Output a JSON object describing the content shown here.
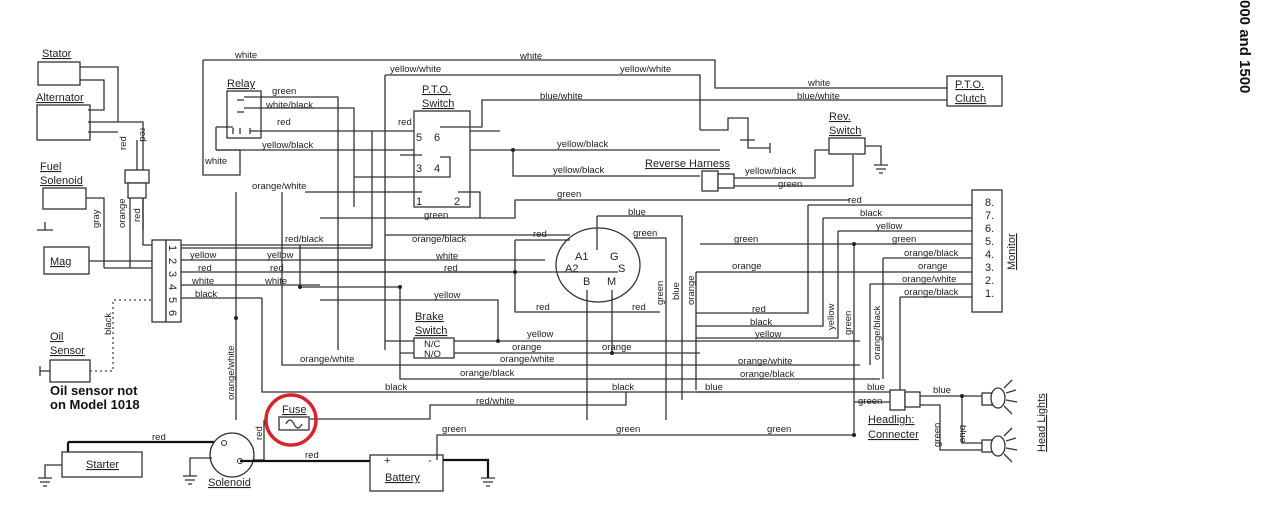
{
  "side_title": "000 and 1500",
  "note": [
    "Oil sensor not",
    "on Model 1018"
  ],
  "highlight_color": "#d8232a",
  "components": {
    "stator": "Stator",
    "alternator": "Alternator",
    "fuel_solenoid": [
      "Fuel",
      "Solenoid"
    ],
    "mag": "Mag",
    "oil_sensor": [
      "Oil",
      "Sensor"
    ],
    "relay": "Relay",
    "pto_switch": [
      "P.T.O.",
      "Switch"
    ],
    "pto_clutch": [
      "P.T.O.",
      "Clutch"
    ],
    "rev_switch": [
      "Rev.",
      "Switch"
    ],
    "reverse_harness": "Reverse Harness",
    "brake_switch": [
      "Brake",
      "Switch"
    ],
    "brake_contacts": [
      "N/C",
      "N/O"
    ],
    "ignition_pins": [
      "A1",
      "G",
      "A2",
      "S",
      "B",
      "M"
    ],
    "monitor": "Monitor",
    "monitor_pins": [
      "8.",
      "7.",
      "6.",
      "5.",
      "4.",
      "3.",
      "2.",
      "1."
    ],
    "connector_pins": [
      "1",
      "2",
      "3",
      "4",
      "5",
      "6"
    ],
    "pto_pins": [
      "5",
      "6",
      "3",
      "4",
      "1",
      "2"
    ],
    "fuse": "Fuse",
    "starter": "Starter",
    "solenoid": "Solenoid",
    "battery": "Battery",
    "battery_terms": [
      "+",
      "-"
    ],
    "headlight_connector": [
      "Headligh:",
      "Connecter"
    ],
    "head_lights": "Head Lights"
  },
  "wires": {
    "top_white": "white",
    "top_white2": "white",
    "yellow_white_a": "yellow/white",
    "yellow_white_b": "yellow/white",
    "relay_green": "green",
    "relay_white_black": "white/black",
    "relay_red": "red",
    "relay_yellow_black": "yellow/black",
    "relay_white": "white",
    "orange_white_top": "orange/white",
    "blue_white": "blue/white",
    "pto_red": "red",
    "pto_green": "green",
    "clutch_white": "white",
    "clutch_blue_white": "blue/white",
    "yb_mid": "yellow/black",
    "yb_low": "yellow/black",
    "yb_rev": "yellow/black",
    "rev_green": "green",
    "green_ign": "green",
    "blue_ign": "blue",
    "green_g": "green",
    "red_a1": "red",
    "red_black": "red/black",
    "orange_black_top": "orange/black",
    "c_yellow": "yellow",
    "c_yellow2": "yellow",
    "c_red": "red",
    "c_red2": "red",
    "c_white": "white",
    "c_white2": "white",
    "c_black": "black",
    "white_mid": "white",
    "red_mid": "red",
    "yellow_mid": "yellow",
    "red_low": "red",
    "red_low2": "red",
    "yellow_brake": "yellow",
    "orange_brake": "orange",
    "orange_m": "orange",
    "ow_brake": "orange/white",
    "ow_left": "orange/white",
    "ob_brake": "orange/black",
    "black_long": "black",
    "black_mid": "black",
    "blue_low": "blue",
    "red_white": "red/white",
    "green_bottom1": "green",
    "green_bottom2": "green",
    "green_bottom3": "green",
    "red_starter": "red",
    "red_battery": "red",
    "red_fuse": "red",
    "v_green": "green",
    "v_blue": "blue",
    "v_orange": "orange",
    "v_yellow": "yellow",
    "v_green2": "green",
    "v_orange_black": "orange/black",
    "v_gray": "gray",
    "v_orange_f": "orange",
    "v_red_f": "red",
    "v_red_f2": "red",
    "v_red_alt": "red",
    "v_black_oil": "black",
    "v_orange_white": "orange/white",
    "m_red": "red",
    "m_black": "black",
    "m_yellow": "yellow",
    "m_green": "green",
    "m_green_l": "green",
    "m_orange_black": "orange/black",
    "m_orange": "orange",
    "m_orange_l": "orange",
    "m_orange_white": "orange/white",
    "m_orange_black2": "orange/black",
    "r_red": "red",
    "r_black": "black",
    "r_yellow": "yellow",
    "r_ow": "orange/white",
    "r_ob": "orange/black",
    "hl_blue": "blue",
    "hl_green": "green",
    "hl_blue2": "blue",
    "hl_v_blue": "blue",
    "hl_v_green": "green"
  }
}
